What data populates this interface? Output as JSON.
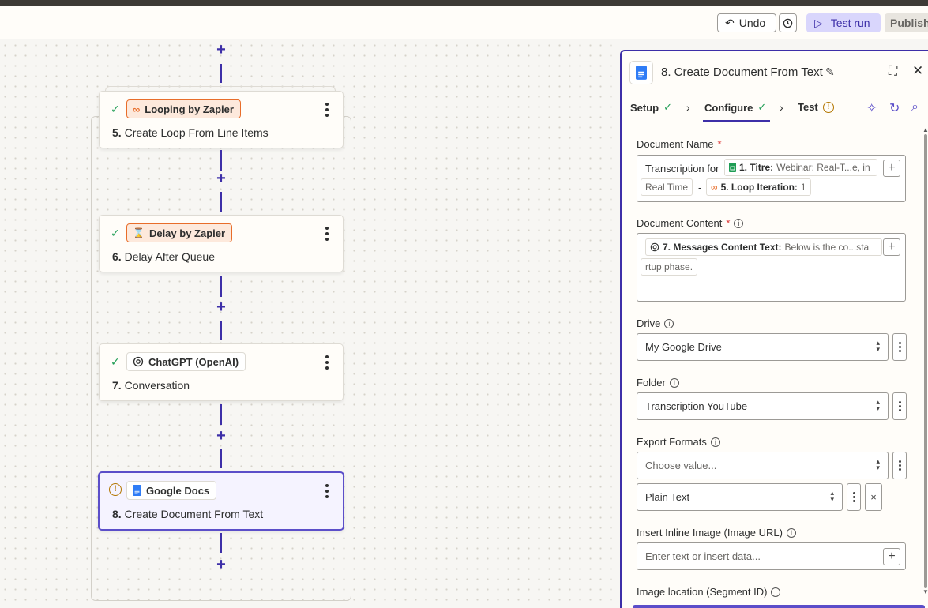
{
  "toolbar": {
    "undo_label": "Undo",
    "test_run_label": "Test run",
    "publish_label": "Publish"
  },
  "steps": [
    {
      "status": "ok",
      "app": "Looping by Zapier",
      "number": "5.",
      "title": "Create Loop From Line Items"
    },
    {
      "status": "ok",
      "app": "Delay by Zapier",
      "number": "6.",
      "title": "Delay After Queue"
    },
    {
      "status": "ok",
      "app": "ChatGPT (OpenAI)",
      "number": "7.",
      "title": "Conversation"
    },
    {
      "status": "warning",
      "app": "Google Docs",
      "number": "8.",
      "title": "Create Document From Text"
    }
  ],
  "panel": {
    "title": "8. Create Document From Text",
    "tabs": [
      {
        "label": "Setup",
        "status": "ok"
      },
      {
        "label": "Configure",
        "status": "ok",
        "active": true
      },
      {
        "label": "Test",
        "status": "warning"
      }
    ],
    "fields": {
      "document_name": {
        "label": "Document Name",
        "prefix": "Transcription for",
        "pill1_key": "1. Titre:",
        "pill1_value": "Webinar: Real-T...e, in",
        "pill2_value": "Real Time",
        "separator": "-",
        "pill3_key": "5. Loop Iteration:",
        "pill3_value": "1"
      },
      "document_content": {
        "label": "Document Content",
        "pill_key": "7. Messages Content Text:",
        "pill_value": "Below is the co...sta",
        "pill_value2": "rtup phase."
      },
      "drive": {
        "label": "Drive",
        "value": "My Google Drive"
      },
      "folder": {
        "label": "Folder",
        "value": "Transcription YouTube"
      },
      "export_formats": {
        "label": "Export Formats",
        "placeholder": "Choose value...",
        "selected": "Plain Text"
      },
      "inline_image": {
        "label": "Insert Inline Image (Image URL)",
        "placeholder": "Enter text or insert data..."
      },
      "image_location": {
        "label": "Image location (Segment ID)"
      }
    },
    "required_mark": "*"
  },
  "colors": {
    "accent": "#3d2fa8",
    "success": "#1f9d55",
    "warning": "#b37600",
    "zapier_orange": "#e86d2a"
  }
}
